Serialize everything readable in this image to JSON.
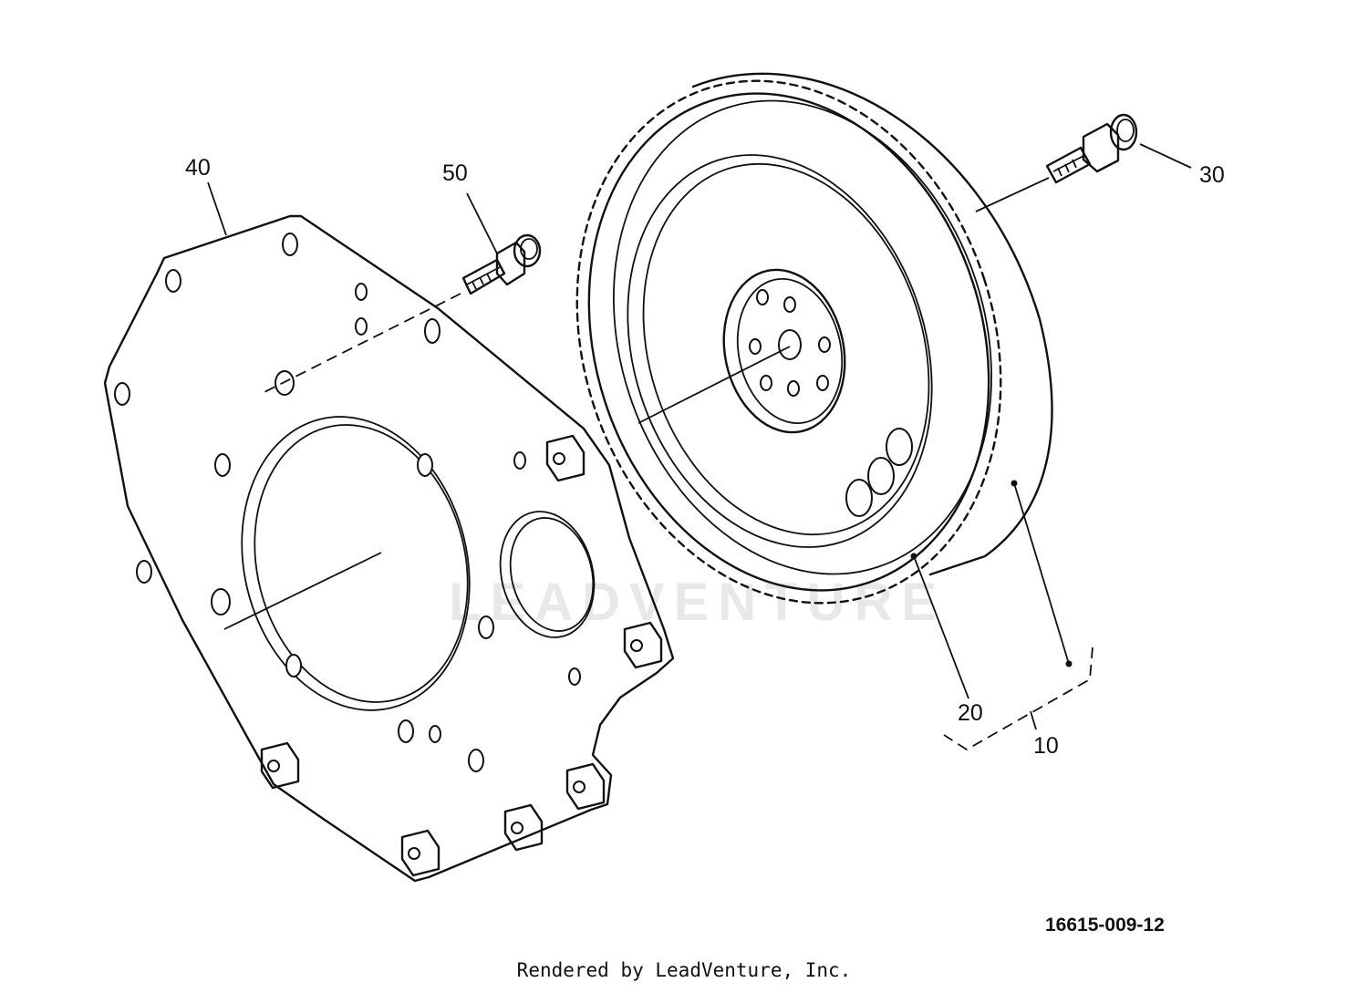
{
  "diagram": {
    "callouts": {
      "c10": "10",
      "c20": "20",
      "c30": "30",
      "c40": "40",
      "c50": "50"
    },
    "watermark": "LEADVENTURE",
    "drawing_number": "16615-009-12",
    "footer": "Rendered by LeadVenture, Inc."
  }
}
